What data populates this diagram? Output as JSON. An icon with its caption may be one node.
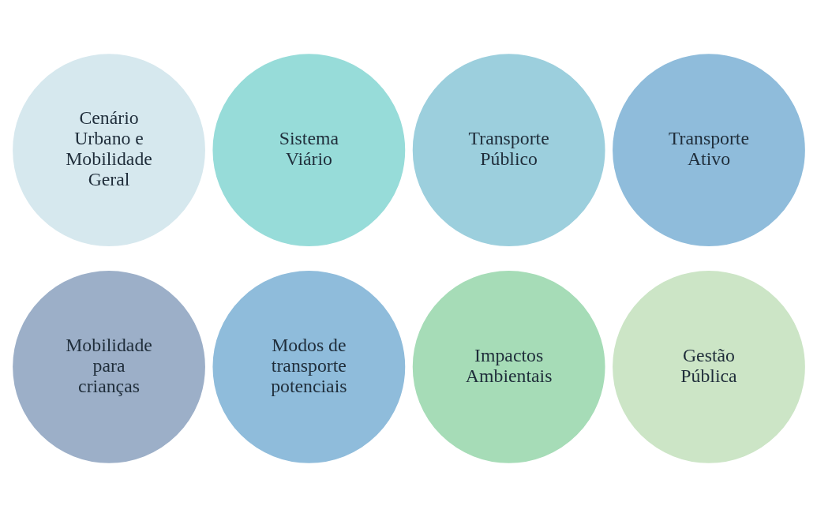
{
  "diagram": {
    "nodes": [
      {
        "text": [
          "Cenário Urbano e Mobilidade Geral"
        ]
      },
      {
        "text": [
          "Sistema Viário"
        ]
      },
      {
        "text": [
          "Transporte Público"
        ]
      },
      {
        "text": [
          "Transporte Ativo"
        ]
      },
      {
        "text": [
          "Mobilidade para crianças"
        ]
      },
      {
        "text": [
          "Modos de transporte potenciais"
        ]
      },
      {
        "text": [
          "Impactos Ambientais"
        ]
      },
      {
        "text": [
          "Gestão Pública"
        ]
      }
    ]
  }
}
